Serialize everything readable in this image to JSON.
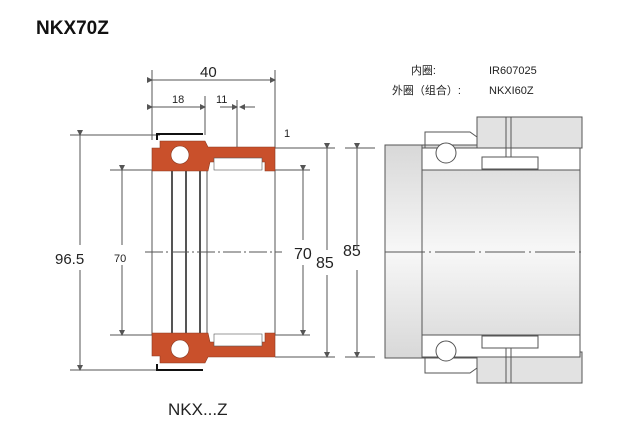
{
  "title": "NKX70Z",
  "caption": "NKX...Z",
  "dimensions": {
    "width": "40",
    "ball_section": "18",
    "needle_offset": "11",
    "chamfer": "1",
    "housing_dia": "96.5",
    "inner_dia_left": "70",
    "inner_dia_right": "70",
    "outer_dia": "85",
    "outer_dia_mounted": "85"
  },
  "parts": [
    {
      "label": "内圈:",
      "value": "IR607025"
    },
    {
      "label": "外圈（组合）:",
      "value": "NKXI60Z"
    }
  ],
  "colors": {
    "ring": "#c9502b",
    "line": "#555555"
  }
}
